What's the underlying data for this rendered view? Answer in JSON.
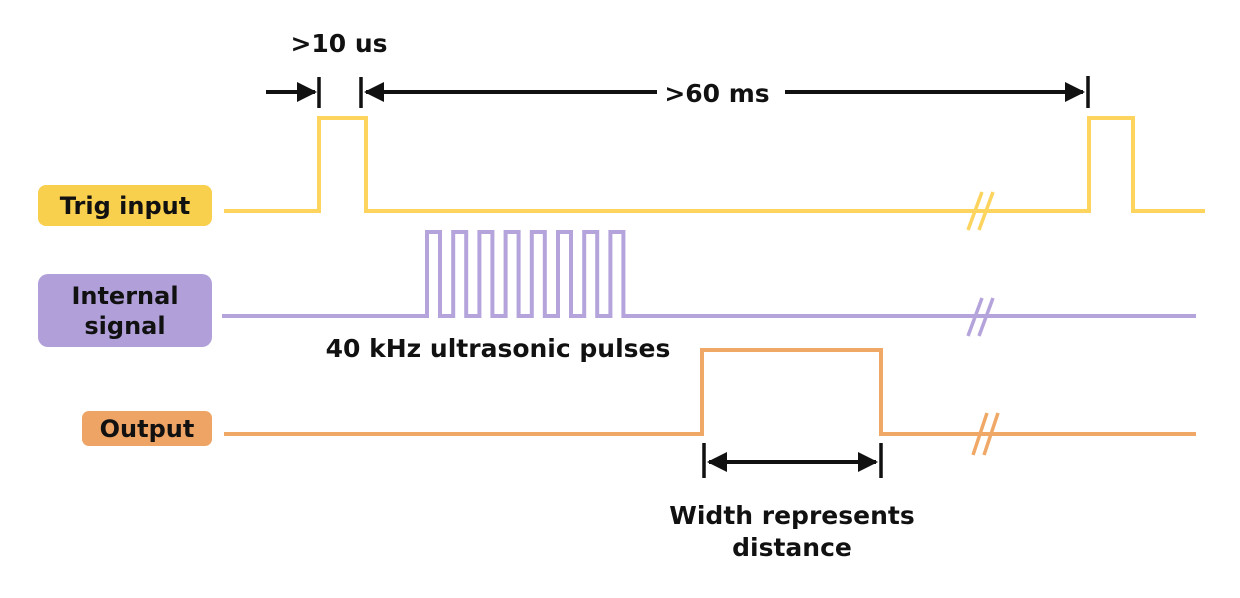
{
  "colors": {
    "trig": "#FCD45E",
    "trig_label_bg": "#F9CF4E",
    "internal": "#B4A4DB",
    "internal_label_bg": "#B09FD9",
    "output": "#F0A867",
    "output_label_bg": "#EEA464",
    "arrow": "#111111"
  },
  "labels": {
    "trig": "Trig input",
    "internal_line1": "Internal",
    "internal_line2": "signal",
    "output": "Output"
  },
  "annotations": {
    "trigger_width": ">10 us",
    "cycle": ">60 ms",
    "pulses": "40 kHz ultrasonic pulses",
    "echo_width_line1": "Width represents",
    "echo_width_line2": "distance"
  }
}
